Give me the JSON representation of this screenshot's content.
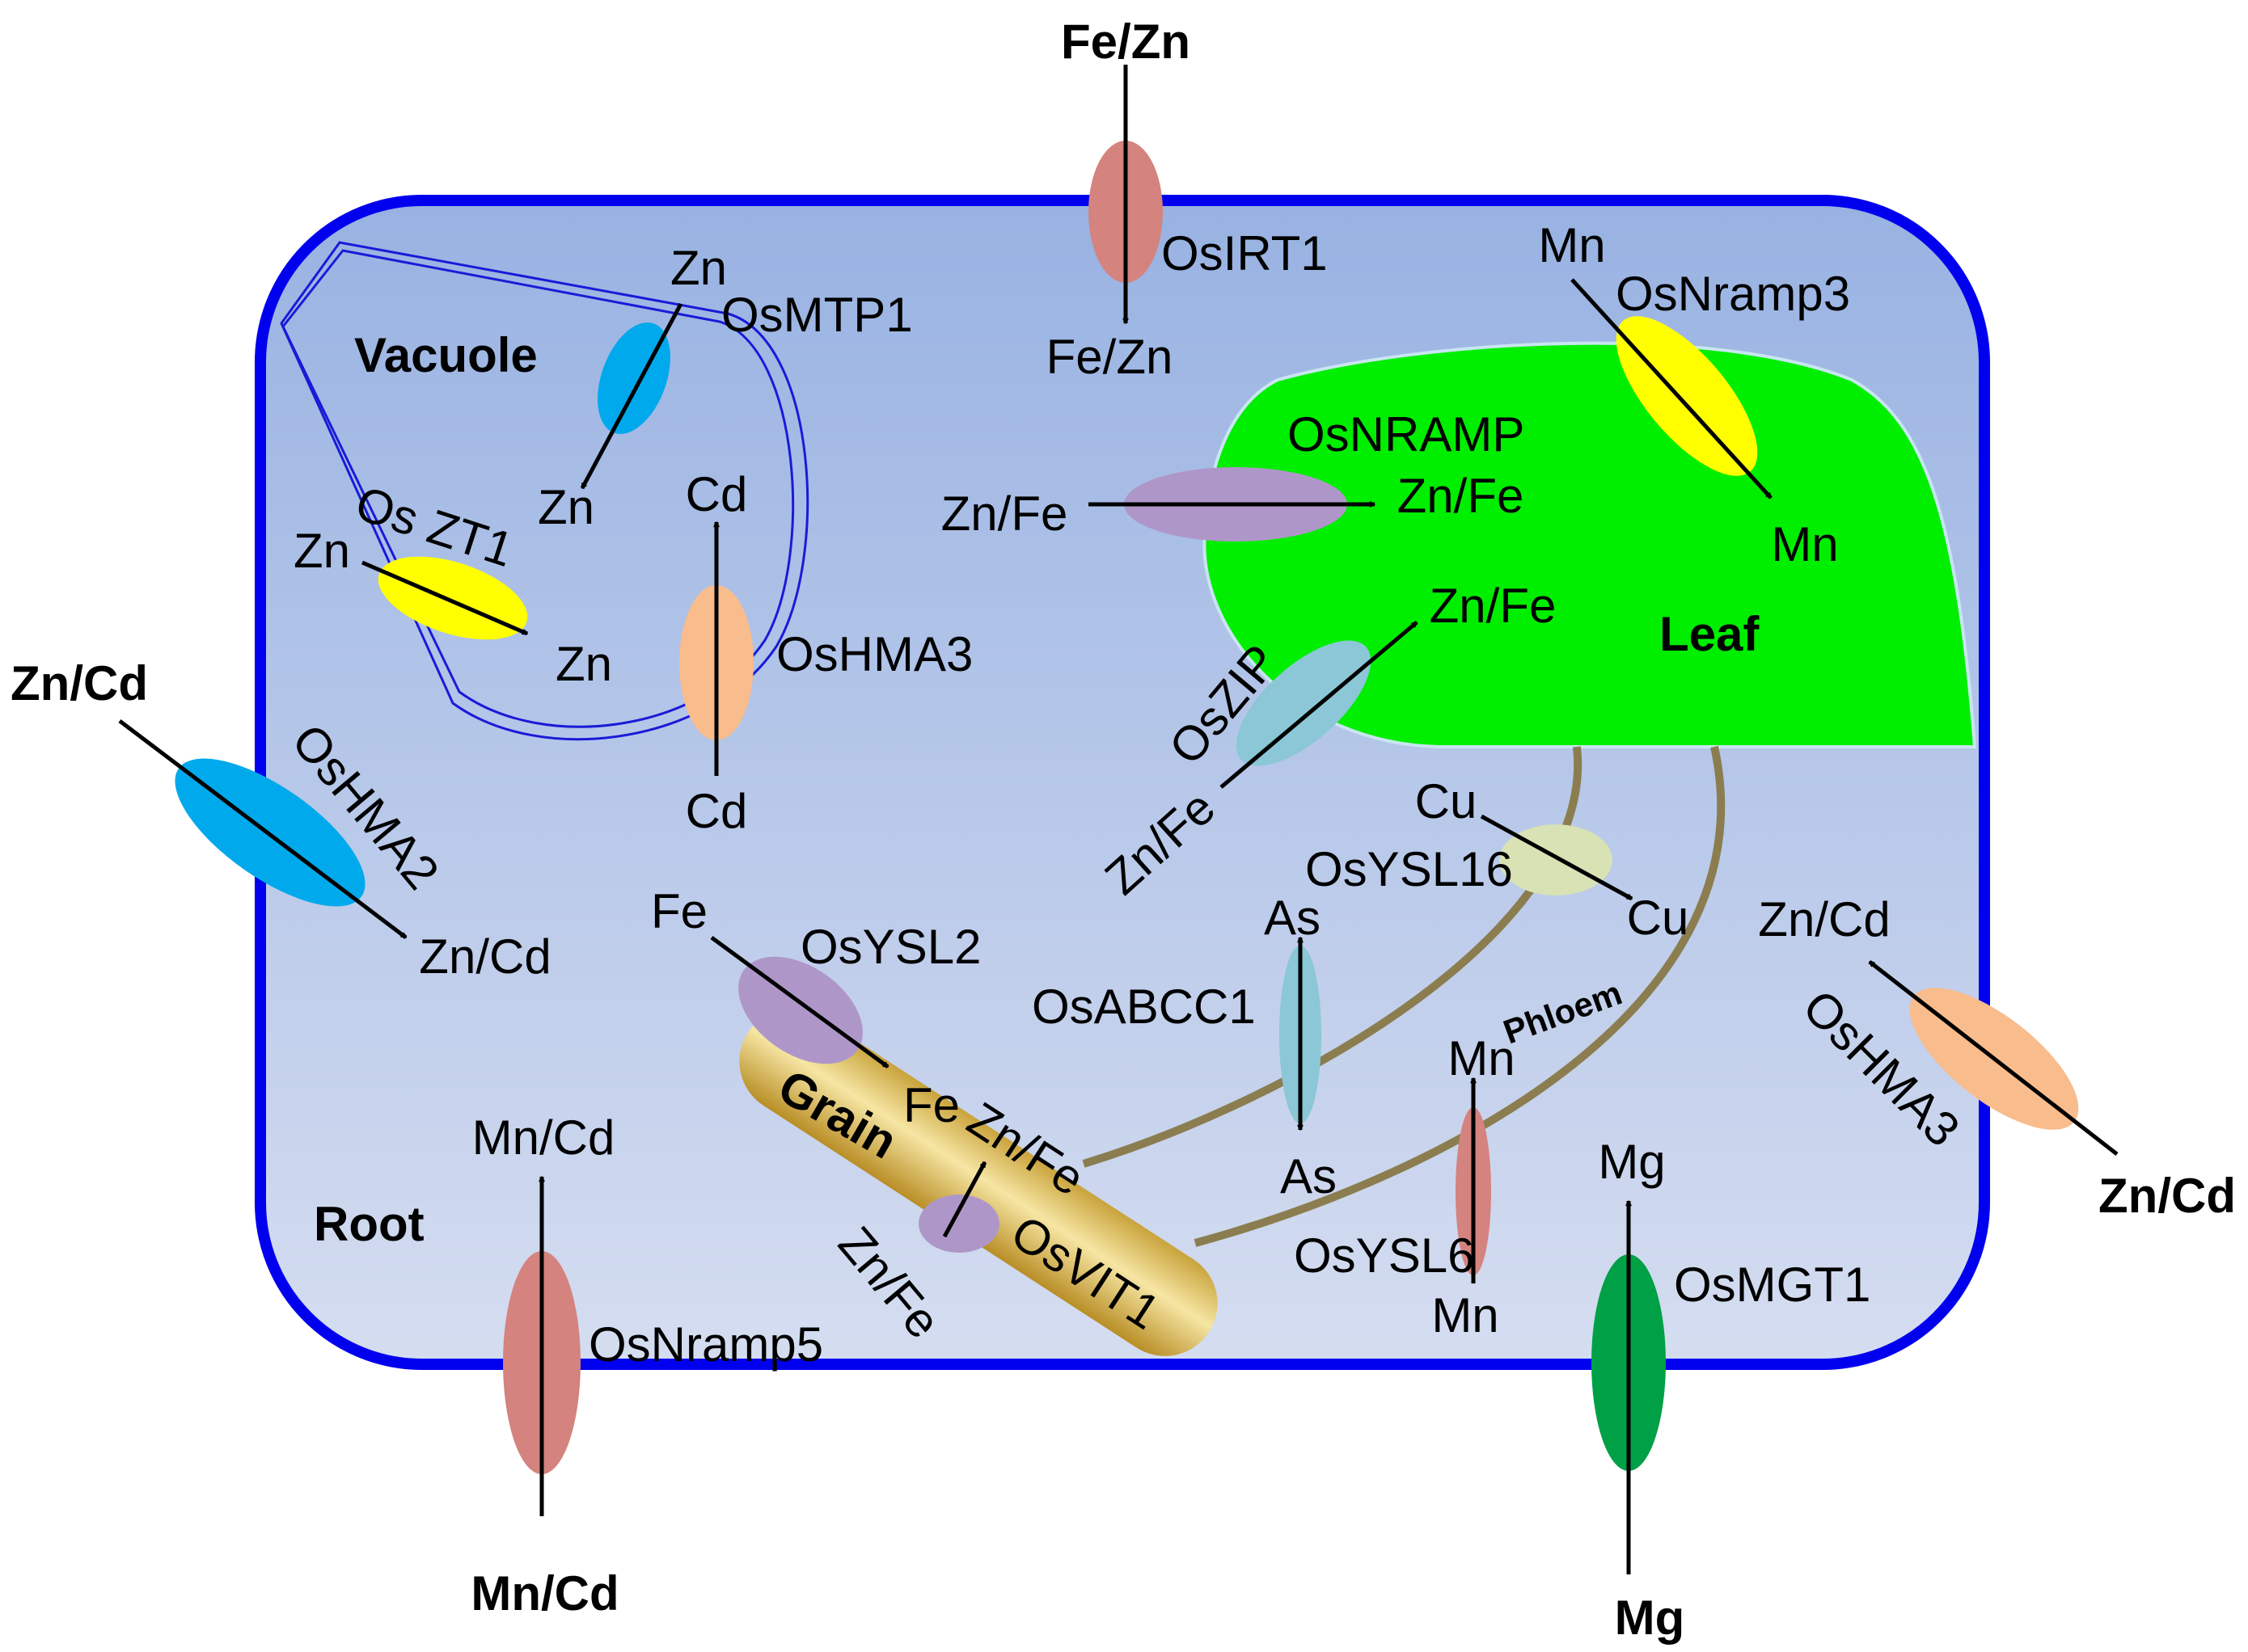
{
  "compartments": {
    "root": "Root",
    "vacuole": "Vacuole",
    "leaf": "Leaf",
    "grain": "Grain",
    "phloem": "Phloem"
  },
  "transporters": {
    "osirt1": {
      "name": "OsIRT1",
      "from": "Fe/Zn",
      "to": "Fe/Zn"
    },
    "osmtp1": {
      "name": "OsMTP1",
      "from": "Zn",
      "to": "Zn"
    },
    "oszt1": {
      "name": "Os ZT1",
      "from": "Zn",
      "to": "Zn"
    },
    "oshma3_vac": {
      "name": "OsHMA3",
      "from": "Cd",
      "to": "Cd"
    },
    "oshma2": {
      "name": "OsHMA2",
      "from": "Zn/Cd",
      "to": "Zn/Cd"
    },
    "osnramp": {
      "name": "OsNRAMP",
      "from": "Zn/Fe",
      "to": "Zn/Fe"
    },
    "oszip": {
      "name": "OsZIP",
      "from": "Zn/Fe",
      "to": "Zn/Fe"
    },
    "osnramp3": {
      "name": "OsNramp3",
      "from": "Mn",
      "to": "Mn"
    },
    "osysl16": {
      "name": "OsYSL16",
      "from": "Cu",
      "to": "Cu"
    },
    "osabcc1": {
      "name": "OsABCC1",
      "from": "As",
      "to": "As"
    },
    "osysl2": {
      "name": "OsYSL2",
      "from": "Fe",
      "to": "Fe"
    },
    "osvit1": {
      "name": "OsVIT1",
      "from": "Zn/Fe",
      "to": "Zn/Fe"
    },
    "osysl6": {
      "name": "OsYSL6",
      "from": "Mn",
      "to": "Mn"
    },
    "oshma3_pm": {
      "name": "OsHMA3",
      "from": "Zn/Cd",
      "to": "Zn/Cd"
    },
    "osnramp5": {
      "name": "OsNramp5",
      "from": "Mn/Cd",
      "to": "Mn/Cd"
    },
    "osmgt1": {
      "name": "OsMGT1",
      "from": "Mg",
      "to": "Mg"
    }
  },
  "colors": {
    "cell_fill_top": "#98b2e2",
    "cell_fill_bottom": "#d5ddf0",
    "cell_border": "#0000ee",
    "vacuole_line": "#1a1ad8",
    "leaf": "#00ee00",
    "grain": "#d4b04a",
    "phloem": "#8b7d4f",
    "pink": "#d4837e",
    "blue": "#00a9ec",
    "yellow": "#ffff00",
    "orange": "#f9bc8c",
    "lavender": "#ae97c8",
    "teal": "#8bc7d6",
    "pale_green": "#d8e2b4",
    "green": "#00a046"
  }
}
